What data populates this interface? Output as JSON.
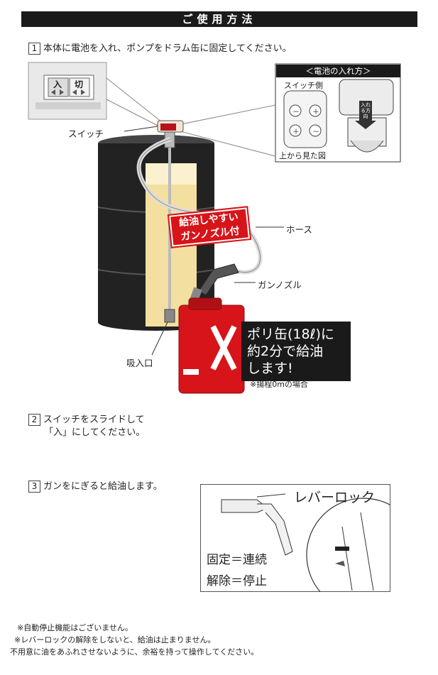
{
  "title": "ご使用方法",
  "step1": {
    "number": "1",
    "text": "本体に電池を入れ、ポンプをドラム缶に固定してください。"
  },
  "switch_panel": {
    "on": "入",
    "off": "切"
  },
  "battery_box": {
    "title": "＜電池の入れ方＞",
    "switch_side": "スイッチ側",
    "top_view": "上から見た図",
    "minus": "－",
    "plus": "＋",
    "insert_label": "入れる方向"
  },
  "labels": {
    "switch": "スイッチ",
    "hose": "ホース",
    "gun_nozzle": "ガンノズル",
    "intake": "吸入口",
    "nozzle_badge_line1": "給油しやすい",
    "nozzle_badge_line2": "ガンノズル付"
  },
  "promo": {
    "line1": "ポリ缶(18ℓ)に",
    "line2": "約2分で給油",
    "line3": "します!",
    "note": "※揚程0mの場合"
  },
  "step2": {
    "number": "2",
    "line1": "スイッチをスライドして",
    "line2": "「入」にしてください。"
  },
  "step3": {
    "number": "3",
    "text": "ガンをにぎると給油します。"
  },
  "lever": {
    "lock": "レバーロック",
    "fixed": "固定＝連続",
    "release": "解除＝停止"
  },
  "footer": {
    "note1": "※自動停止機能はございません。",
    "note2": "※レバーロックの解除をしないと、給油は止まりません。",
    "note3": "不用意に油をあふれさせないように、余裕を持って操作してください。"
  },
  "colors": {
    "banner": "#1a1a1a",
    "can_red": "#d7141a",
    "drum": "#222222",
    "amber": "#f3dfa0"
  }
}
